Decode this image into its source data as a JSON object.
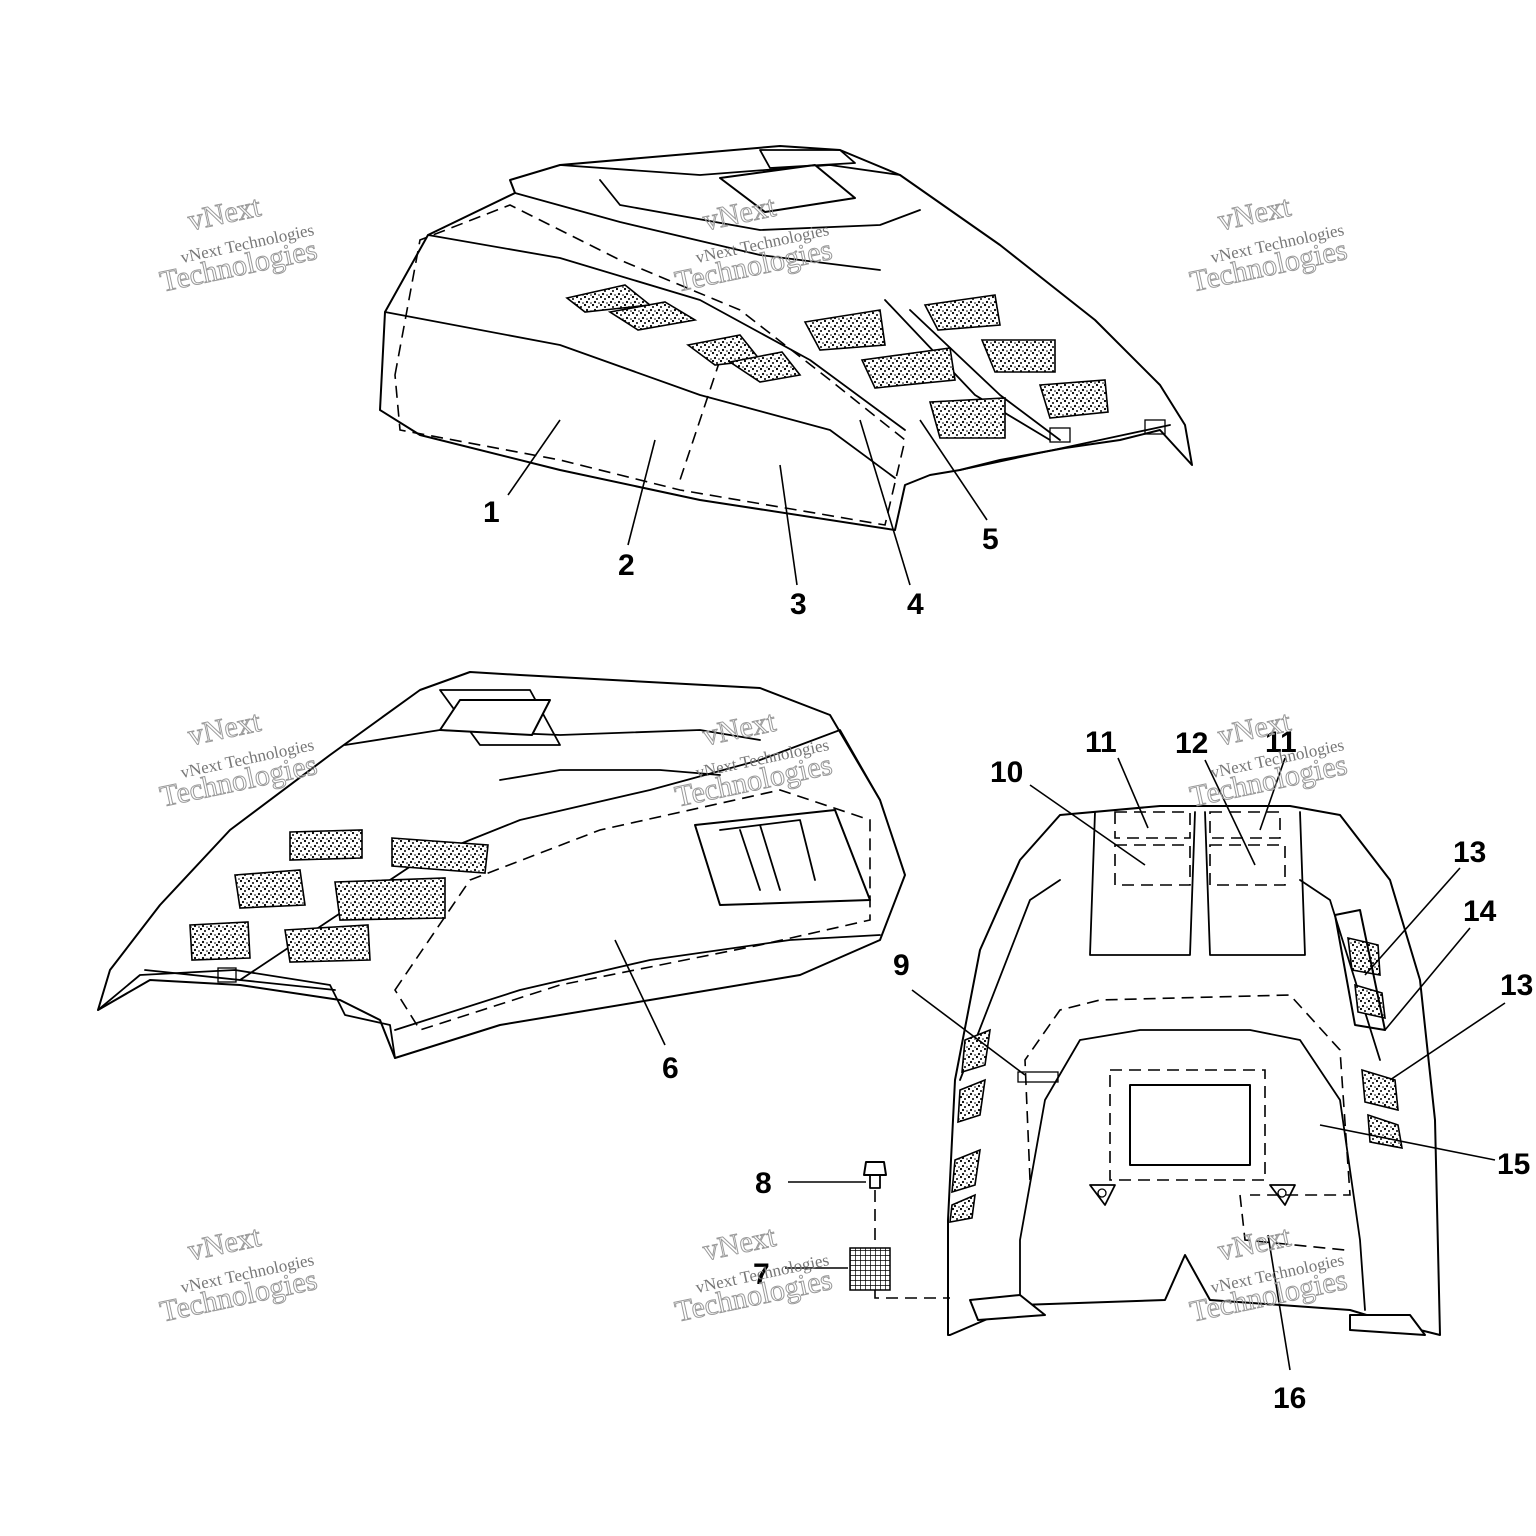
{
  "watermark": {
    "line1": "vNext",
    "line2": "vNext Technologies",
    "line3": "Technologies"
  },
  "callouts": {
    "c1": "1",
    "c2": "2",
    "c3": "3",
    "c4": "4",
    "c5": "5",
    "c6": "6",
    "c7": "7",
    "c8": "8",
    "c9": "9",
    "c10": "10",
    "c11a": "11",
    "c11b": "11",
    "c12": "12",
    "c13a": "13",
    "c13b": "13",
    "c14": "14",
    "c15": "15",
    "c16": "16"
  }
}
